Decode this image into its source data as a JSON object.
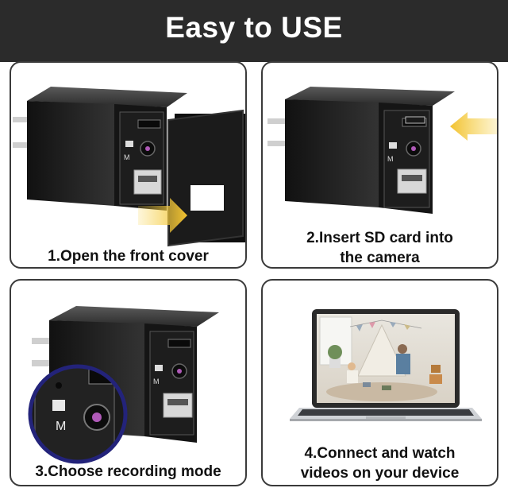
{
  "header": {
    "title": "Easy to USE"
  },
  "steps": [
    {
      "caption_lines": [
        "1.Open the front cover"
      ]
    },
    {
      "caption_lines": [
        "2.Insert SD card into",
        "the camera"
      ]
    },
    {
      "caption_lines": [
        "3.Choose recording mode"
      ]
    },
    {
      "caption_lines": [
        "4.Connect and watch",
        "videos on your device"
      ]
    }
  ],
  "device_labels": {
    "mode_switch": "M"
  },
  "colors": {
    "header_bg": "#2b2b2b",
    "arrow": "#f2c230",
    "device_body": "#1c1c1c",
    "lens_accent": "#b05ab8",
    "magnifier_ring": "#23237a"
  }
}
